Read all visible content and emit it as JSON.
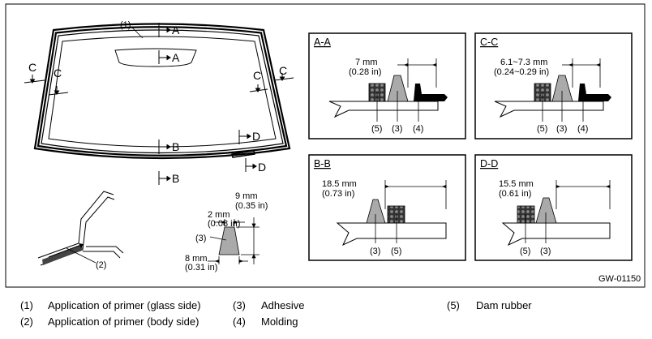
{
  "callouts": {
    "c1": "(1)",
    "c2": "(2)",
    "c3": "(3)",
    "sec_a": "A",
    "sec_b": "B",
    "sec_c": "C",
    "sec_d": "D"
  },
  "profile": {
    "top_width_mm": "2 mm",
    "top_width_in": "(0.08 in)",
    "height_mm": "9 mm",
    "height_in": "(0.35 in)",
    "base_width_mm": "8 mm",
    "base_width_in": "(0.31 in)"
  },
  "panels": {
    "aa": {
      "title": "A-A",
      "dim_mm": "7 mm",
      "dim_in": "(0.28 in)",
      "labels": [
        "(5)",
        "(3)",
        "(4)"
      ]
    },
    "cc": {
      "title": "C-C",
      "dim_mm": "6.1~7.3 mm",
      "dim_in": "(0.24~0.29 in)",
      "labels": [
        "(5)",
        "(3)",
        "(4)"
      ]
    },
    "bb": {
      "title": "B-B",
      "dim_mm": "18.5 mm",
      "dim_in": "(0.73 in)",
      "labels": [
        "(3)",
        "(5)"
      ]
    },
    "dd": {
      "title": "D-D",
      "dim_mm": "15.5 mm",
      "dim_in": "(0.61 in)",
      "labels": [
        "(5)",
        "(3)"
      ]
    }
  },
  "figure_code": "GW-01150",
  "legend": [
    {
      "num": "(1)",
      "text": "Application of primer (glass side)"
    },
    {
      "num": "(2)",
      "text": "Application of primer (body side)"
    },
    {
      "num": "(3)",
      "text": "Adhesive"
    },
    {
      "num": "(4)",
      "text": "Molding"
    },
    {
      "num": "(5)",
      "text": "Dam rubber"
    }
  ]
}
